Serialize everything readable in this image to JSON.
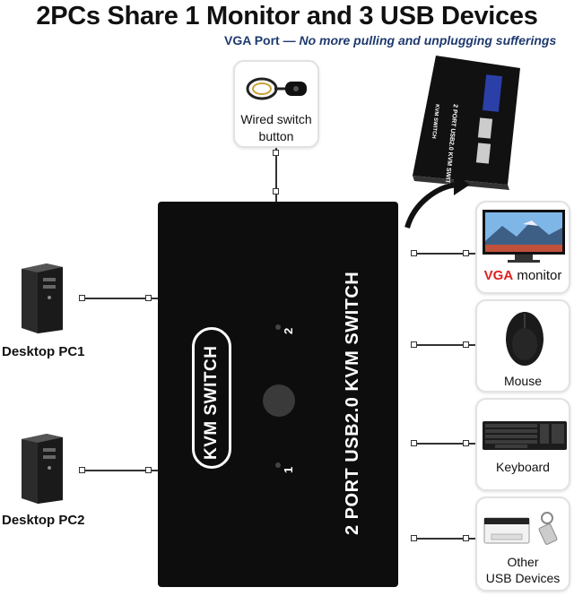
{
  "header": {
    "title": "2PCs Share 1 Monitor and 3 USB Devices",
    "subtitle_port": "VGA Port",
    "subtitle_dash": " — ",
    "subtitle_tagline": "No more pulling and unplugging sufferings"
  },
  "switch_button": {
    "line1": "Wired switch",
    "line2": "button"
  },
  "kvm": {
    "badge": "KVM SWITCH",
    "model": "2 PORT USB2.0 KVM SWITCH",
    "port1": "1",
    "port2": "2"
  },
  "mini_kvm": {
    "label": "2 PORT USB2.0 KVM SWITCH",
    "badge": "KVM SWITCH"
  },
  "computers": [
    {
      "label": "Desktop PC1"
    },
    {
      "label": "Desktop PC2"
    }
  ],
  "devices": {
    "monitor": {
      "highlight": "VGA",
      "rest": " monitor"
    },
    "mouse": {
      "label": "Mouse"
    },
    "keyboard": {
      "label": "Keyboard"
    },
    "other": {
      "line1": "Other",
      "line2": "USB Devices"
    }
  },
  "colors": {
    "subtitle": "#1f3a6e",
    "vga_highlight": "#e02020",
    "kvm_body": "#0d0d0d"
  }
}
